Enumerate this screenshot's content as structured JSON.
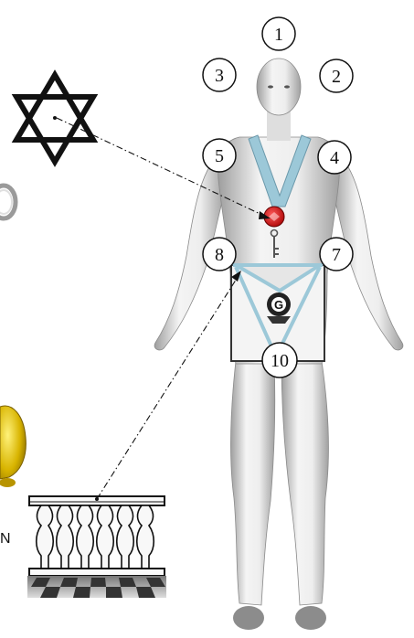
{
  "markers": [
    {
      "id": "m1",
      "label": "1"
    },
    {
      "id": "m2",
      "label": "2"
    },
    {
      "id": "m3",
      "label": "3"
    },
    {
      "id": "m4",
      "label": "4"
    },
    {
      "id": "m5",
      "label": "5"
    },
    {
      "id": "m7",
      "label": "7"
    },
    {
      "id": "m8",
      "label": "8"
    },
    {
      "id": "m10",
      "label": "10"
    }
  ],
  "side_text": "N",
  "colors": {
    "collar": "#9cc8d8",
    "jewel": "#d01818",
    "skin_light": "#f2f2f2",
    "skin_dark": "#a9a9a9",
    "gold": "#d8b400",
    "ink": "#111111"
  },
  "icons": [
    "star-of-david-icon",
    "ring-icon",
    "gold-bell-icon",
    "balustrade-icon",
    "key-icon",
    "apron-emblem-icon"
  ]
}
